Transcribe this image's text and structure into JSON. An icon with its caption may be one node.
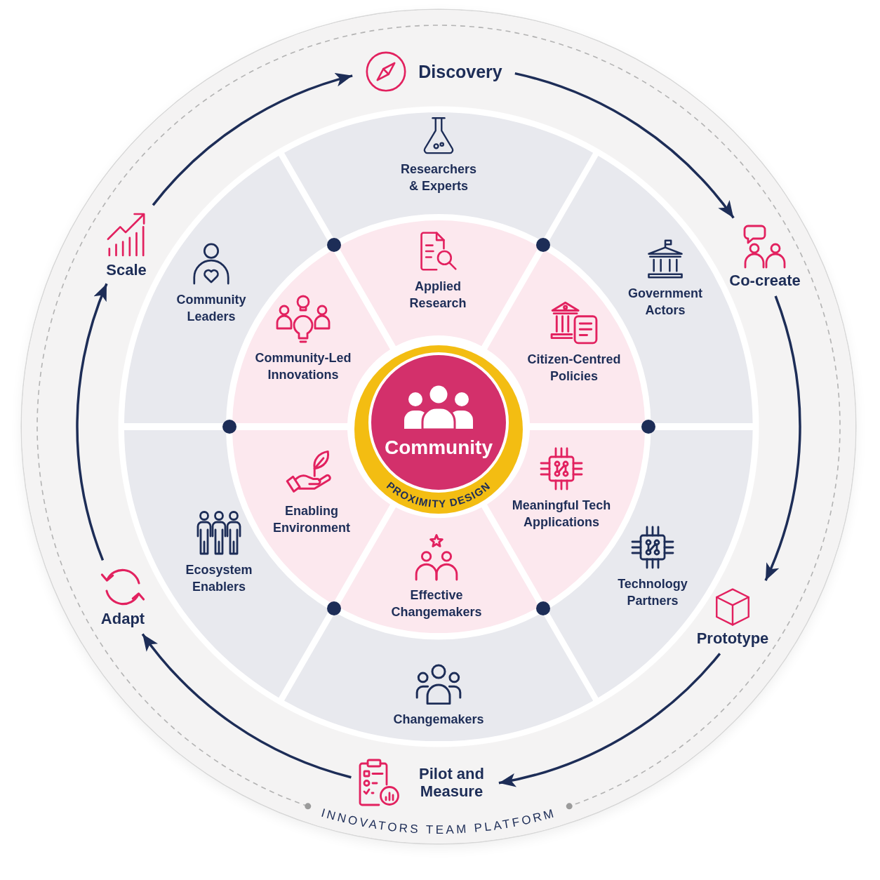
{
  "diagram": {
    "nodes": [
      {
        "text": [
          "INNOVATORS TEAM PLATFORM"
        ]
      },
      {
        "text": [
          "Discovery"
        ],
        "in": 0
      },
      {
        "text": [
          "Co-create"
        ],
        "in": 0
      },
      {
        "text": [
          "Prototype"
        ],
        "in": 0
      },
      {
        "text": [
          "Pilot and Measure"
        ],
        "in": 0
      },
      {
        "text": [
          "Adapt"
        ],
        "in": 0
      },
      {
        "text": [
          "Scale"
        ],
        "in": 0
      },
      {
        "text": [
          "Researchers & Experts"
        ],
        "in": 0
      },
      {
        "text": [
          "Government Actors"
        ],
        "in": 0
      },
      {
        "text": [
          "Technology Partners"
        ],
        "in": 0
      },
      {
        "text": [
          "Changemakers"
        ],
        "in": 0
      },
      {
        "text": [
          "Ecosystem Enablers"
        ],
        "in": 0
      },
      {
        "text": [
          "Community Leaders"
        ],
        "in": 0
      },
      {
        "text": [
          "Applied Research"
        ],
        "in": 0
      },
      {
        "text": [
          "Citizen-Centred Policies"
        ],
        "in": 0
      },
      {
        "text": [
          "Meaningful Tech Applications"
        ],
        "in": 0
      },
      {
        "text": [
          "Effective Changemakers"
        ],
        "in": 0
      },
      {
        "text": [
          "Enabling Environment"
        ],
        "in": 0
      },
      {
        "text": [
          "Community-Led Innovations"
        ],
        "in": 0
      },
      {
        "text": [
          "PROXIMITY DESIGN"
        ],
        "in": 0
      },
      {
        "text": [
          "Community"
        ],
        "in": 19
      }
    ],
    "edges": [
      {
        "from": 1,
        "to": 2,
        "arrow": "to"
      },
      {
        "from": 2,
        "to": 3,
        "arrow": "to"
      },
      {
        "from": 3,
        "to": 4,
        "arrow": "to"
      },
      {
        "from": 4,
        "to": 5,
        "arrow": "to"
      },
      {
        "from": 5,
        "to": 6,
        "arrow": "to"
      },
      {
        "from": 6,
        "to": 1,
        "arrow": "to"
      }
    ]
  }
}
